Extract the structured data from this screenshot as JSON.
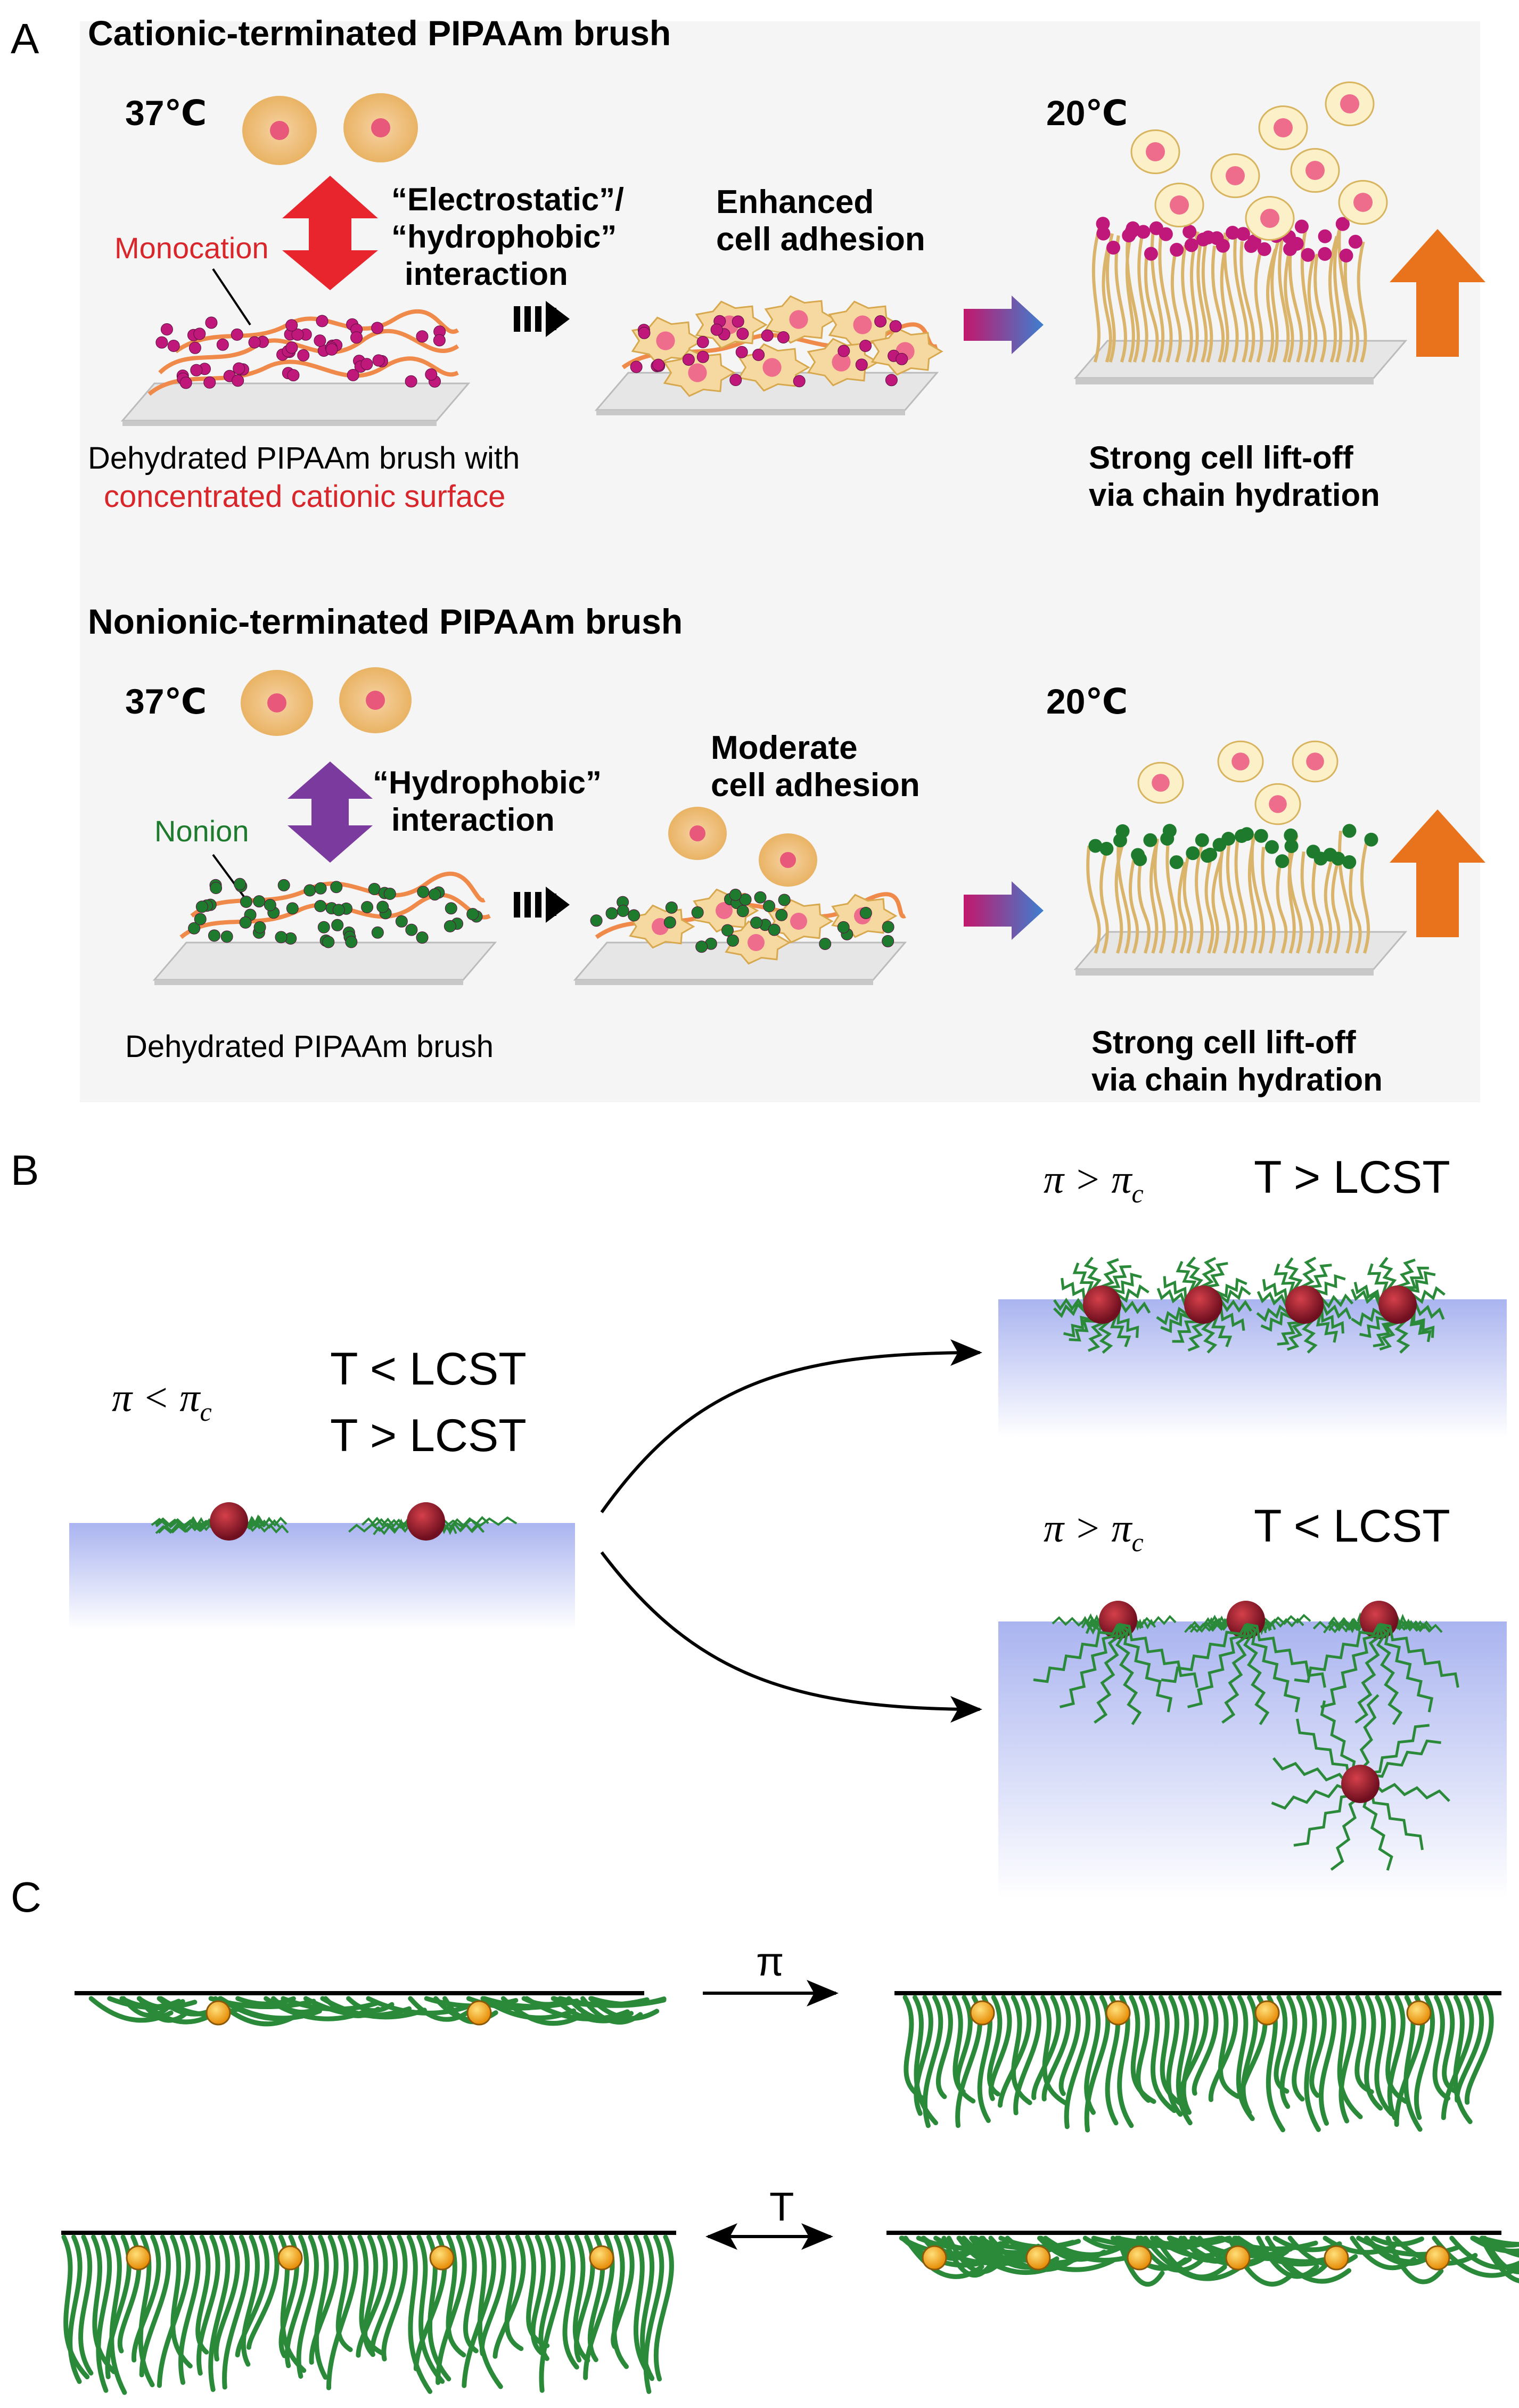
{
  "panelA": {
    "label": "A",
    "cationic": {
      "title": "Cationic-terminated PIPAAm brush",
      "temp_warm": "37℃",
      "temp_cool": "20℃",
      "pointer_label": "Monocation",
      "interaction": [
        "“Electrostatic”/",
        "“hydrophobic”",
        "interaction"
      ],
      "adhesion": [
        "Enhanced",
        "cell adhesion"
      ],
      "caption_line1": "Dehydrated PIPAAm brush with",
      "caption_line2": "concentrated cationic surface",
      "liftoff": [
        "Strong cell lift-off",
        "via chain hydration"
      ]
    },
    "nonionic": {
      "title": "Nonionic-terminated PIPAAm brush",
      "temp_warm": "37℃",
      "temp_cool": "20℃",
      "pointer_label": "Nonion",
      "interaction": [
        "“Hydrophobic”",
        "interaction"
      ],
      "adhesion": [
        "Moderate",
        "cell adhesion"
      ],
      "caption_line1": "Dehydrated PIPAAm brush",
      "liftoff": [
        "Strong cell lift-off",
        "via chain hydration"
      ]
    }
  },
  "panelB": {
    "label": "B",
    "left": {
      "pi": "π < π",
      "pi_sub": "c",
      "cond1": "T < LCST",
      "cond2": "T > LCST"
    },
    "top_right": {
      "pi": "π > π",
      "pi_sub": "c",
      "cond": "T > LCST"
    },
    "bottom_right": {
      "pi": "π > π",
      "pi_sub": "c",
      "cond": "T < LCST"
    }
  },
  "panelC": {
    "label": "C",
    "arrow_pi": "π",
    "arrow_T": "T"
  },
  "colors": {
    "cation_bead": "#c0187a",
    "nonion_bead": "#1e7a2c",
    "chain_tan": "#d9b46a",
    "chain_green": "#2a8a3a",
    "substrate": "#e6e6e6",
    "water_blue": "#b8bff0",
    "red_arrow": "#e8242c",
    "purple_arrow": "#7b3a9e",
    "orange_arrow": "#e8731c",
    "caption_red": "#d8262b",
    "label_green": "#1e7a2c",
    "core_red": "#9c1c2e",
    "yellow_bead": "#f6b41c"
  }
}
